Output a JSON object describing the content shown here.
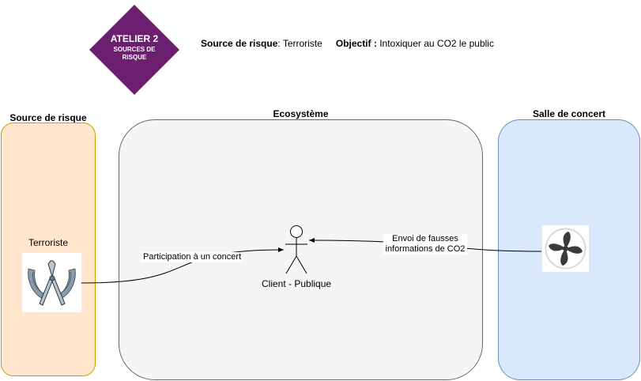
{
  "header": {
    "badge_title": "ATELIER 2",
    "badge_subtitle_line1": "SOURCES DE",
    "badge_subtitle_line2": "RISQUE",
    "source_label": "Source de risque",
    "source_value": ": Terroriste",
    "objective_label": "Objectif :",
    "objective_value": " Intoxiquer au CO2 le public"
  },
  "panels": {
    "left_title": "Source de risque",
    "middle_title": "Ecosystème",
    "right_title": "Salle de concert"
  },
  "nodes": {
    "terrorist_label": "Terroriste",
    "client_label": "Client - Publique"
  },
  "edges": {
    "participation_label": "Participation à un concert",
    "false_info_line1": "Envoi de fausses",
    "false_info_line2": "informations de CO2"
  },
  "colors": {
    "badge": "#6d1f6f",
    "left_panel_fill": "#ffe6cc",
    "left_panel_stroke": "#d79b00",
    "middle_panel_fill": "#f5f5f5",
    "middle_panel_stroke": "#666666",
    "right_panel_fill": "#dae8fc",
    "right_panel_stroke": "#6c8ebf"
  },
  "icons": {
    "badge": "diamond-badge",
    "terrorist": "pliers-wings-icon",
    "client": "stick-figure-actor-icon",
    "concert_hall": "fan-icon"
  }
}
